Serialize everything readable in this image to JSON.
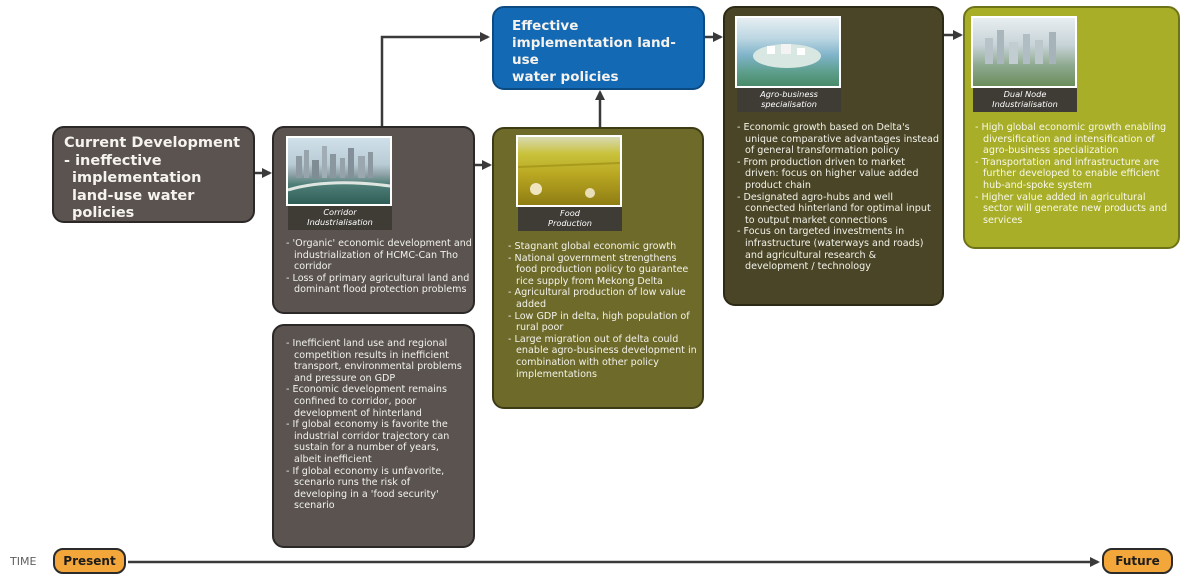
{
  "current": {
    "title_line1": "Current Development",
    "title_line2": "- ineffective",
    "title_line3": "implementation",
    "title_line4": "land-use water policies"
  },
  "corridor": {
    "caption_line1": "Corridor",
    "caption_line2": "Industrialisation",
    "bullets": [
      "'Organic' economic development and industrialization of HCMC-Can Tho corridor",
      "Loss of primary agricultural land and dominant flood protection problems"
    ]
  },
  "corridor_effects": {
    "bullets": [
      "Inefficient land use and regional competition results in inefficient transport, environmental problems and pressure on GDP",
      "Economic development remains confined to corridor, poor development of hinterland",
      "If global economy is favorite the industrial corridor trajectory can sustain for a number of years, albeit inefficient",
      "If global economy is unfavorite, scenario runs the risk of developing in a 'food security' scenario"
    ]
  },
  "food": {
    "caption_line1": "Food",
    "caption_line2": "Production",
    "bullets": [
      "Stagnant global economic growth",
      "National government strengthens food production policy to guarantee rice supply from Mekong Delta",
      "Agricultural production of low value added",
      "Low GDP in delta, high population of rural poor",
      "Large migration out of delta could enable agro-business development in combination with other policy implementations"
    ]
  },
  "effective": {
    "title_line1": "Effective",
    "title_line2": "implementation land-use",
    "title_line3": "water policies"
  },
  "agro": {
    "caption_line1": "Agro-business",
    "caption_line2": "specialisation",
    "bullets": [
      "Economic growth based on Delta's unique comparative advantages instead of general transformation policy",
      "From production driven to market driven: focus on higher value added product chain",
      "Designated agro-hubs and well connected hinterland for optimal input to output market connections",
      "Focus on targeted investments in infrastructure (waterways and roads) and agricultural research & development / technology"
    ]
  },
  "dual": {
    "caption_line1": "Dual Node",
    "caption_line2": "Industrialisation",
    "bullets": [
      "High global economic growth enabling diversification and intensification of agro-business specialization",
      "Transportation and infrastructure are further developed to enable efficient hub-and-spoke system",
      "Higher value added in agricultural sector will generate new products and services"
    ]
  },
  "timeline": {
    "time_label": "TIME",
    "present_label": "Present",
    "future_label": "Future"
  },
  "colors": {
    "grey_box": "#5a5350",
    "olive_box": "#6e6a2a",
    "dark_olive_box": "#4a4526",
    "lime_box": "#a8ae28",
    "blue_box": "#1469b4",
    "pill": "#f3a73a"
  }
}
